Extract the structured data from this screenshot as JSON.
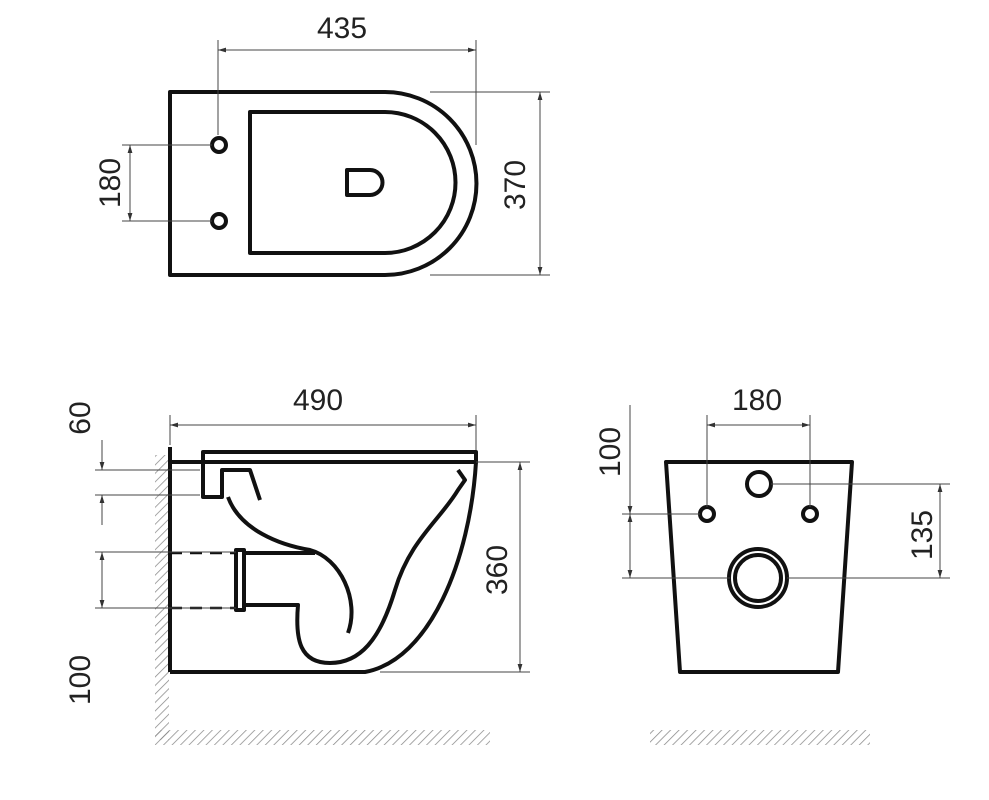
{
  "title": "Wall-hung toilet dimension drawing",
  "top_view": {
    "width": "435",
    "height": "370",
    "bolt_spacing": "180"
  },
  "side_view": {
    "length": "490",
    "height": "360",
    "seat_offset": "60",
    "outlet_height": "100"
  },
  "front_view": {
    "bolt_spacing": "180",
    "inlet_offset": "100",
    "outlet_to_inlet": "135"
  },
  "colors": {
    "line": "#111111",
    "hatch": "#888888",
    "background": "#ffffff"
  }
}
